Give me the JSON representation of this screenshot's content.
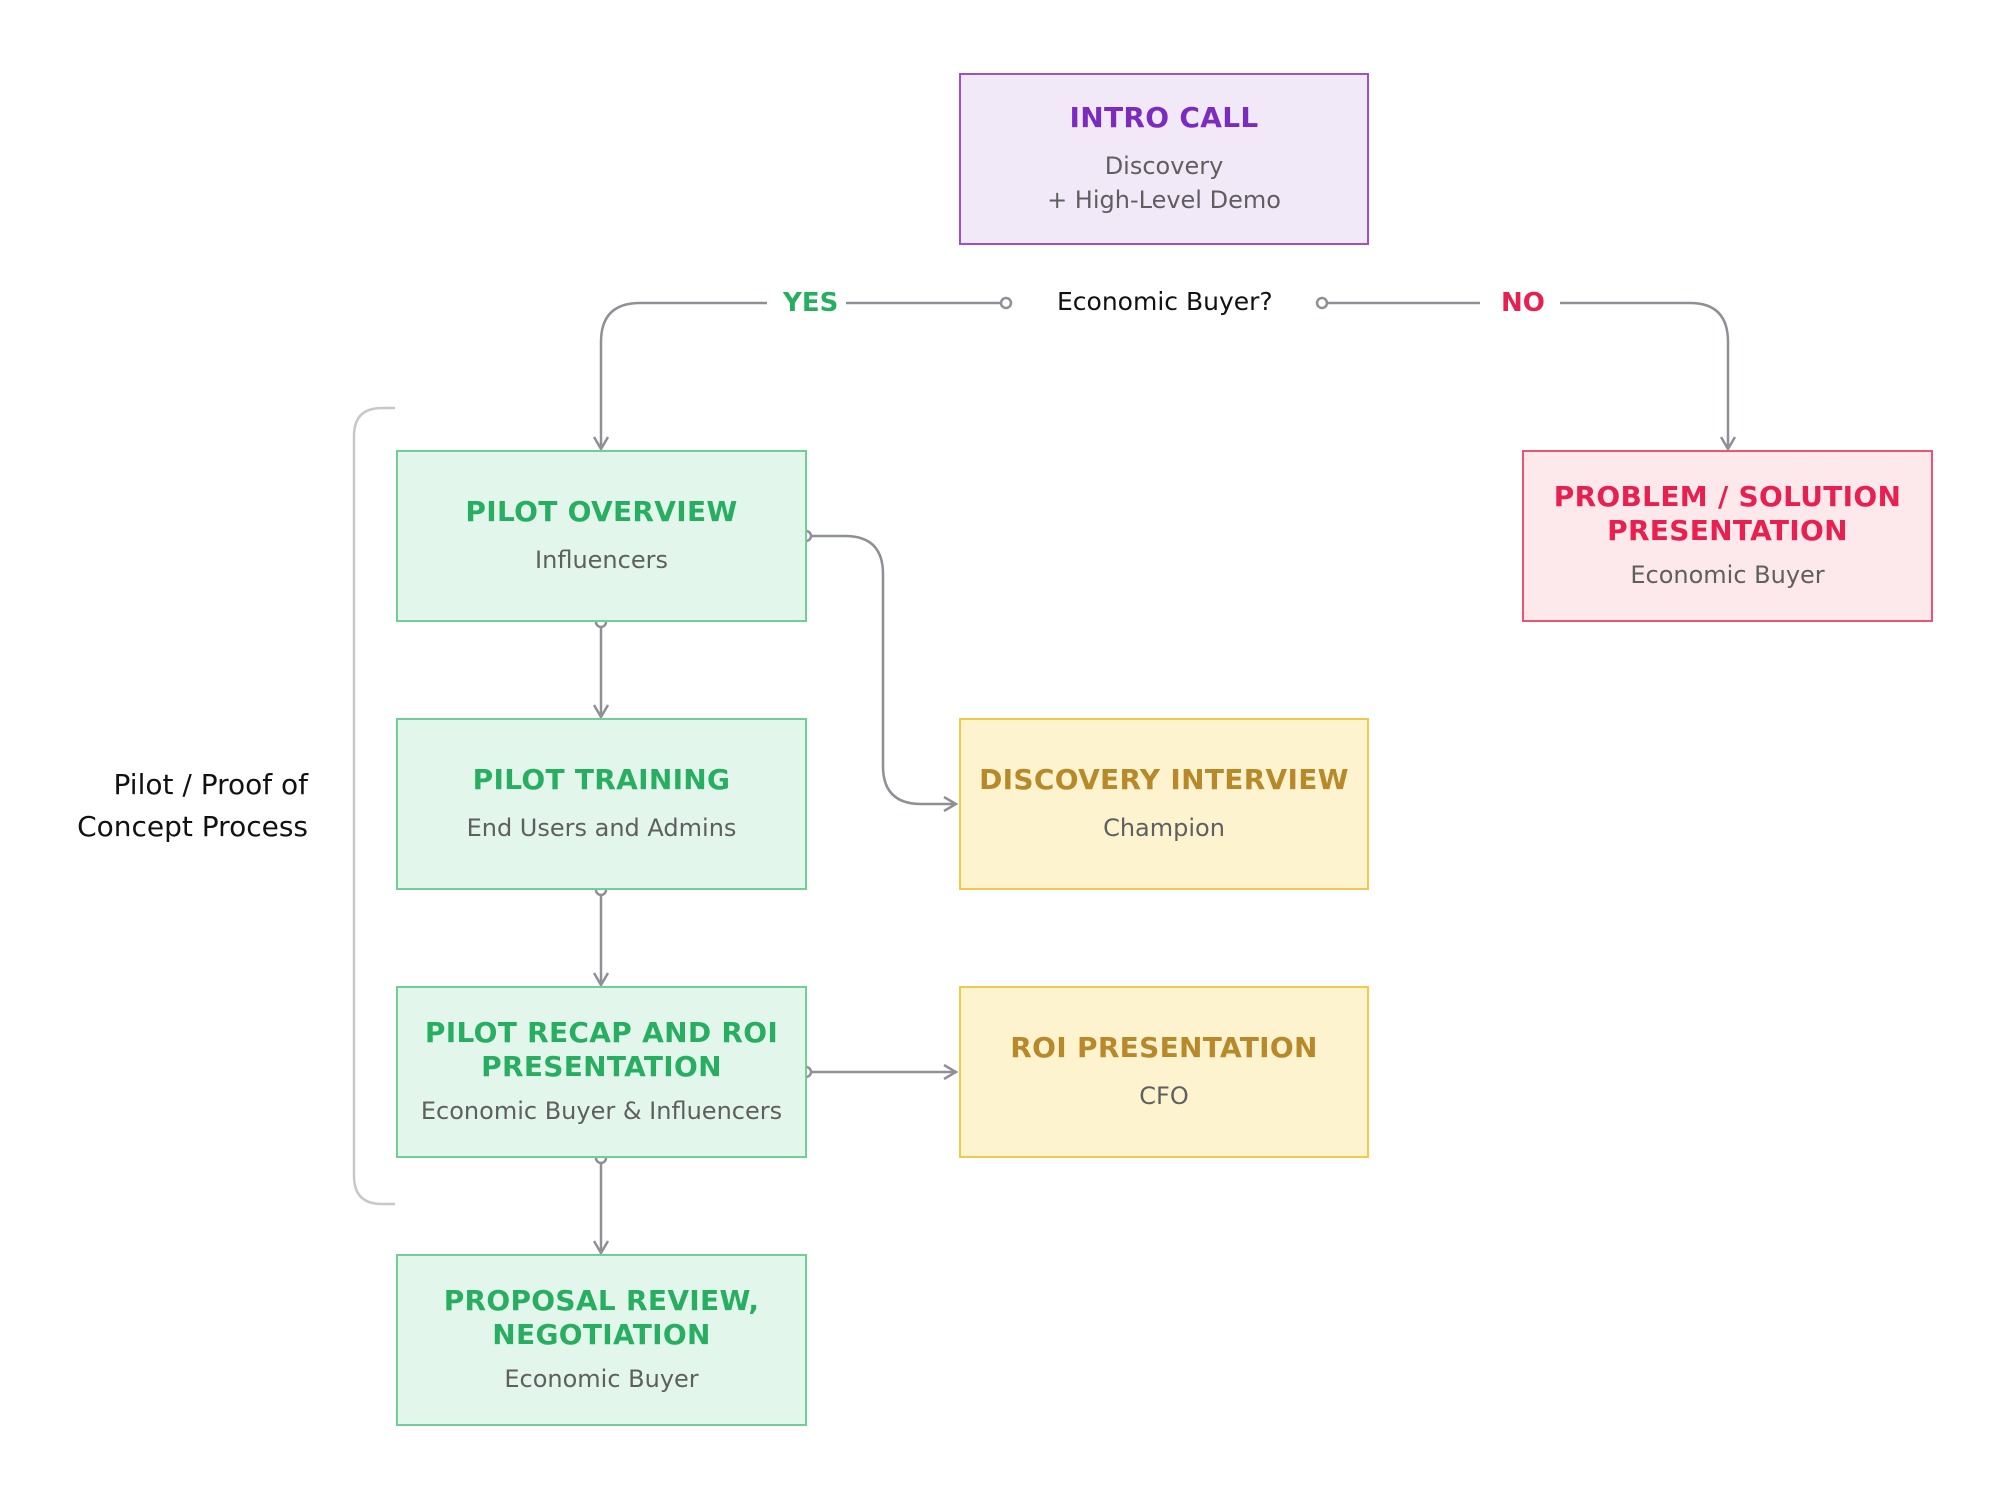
{
  "colors": {
    "purple_fill": "#f2e9f8",
    "purple_border": "#9b4fd1",
    "purple_text": "#7b2cbf",
    "green_fill": "#e2f6ec",
    "green_border": "#6fcf97",
    "green_text": "#27ae60",
    "yellow_fill": "#fdf4cf",
    "yellow_border": "#f2c94c",
    "yellow_text": "#b8892a",
    "red_fill": "#fde8ec",
    "red_border": "#eb5572",
    "red_text": "#e8204f",
    "connector": "#8e9096"
  },
  "nodes": {
    "intro_call": {
      "title": "INTRO CALL",
      "subtitle_line1": "Discovery",
      "subtitle_line2": "+ High-Level Demo"
    },
    "pilot_overview": {
      "title": "PILOT OVERVIEW",
      "subtitle": "Influencers"
    },
    "pilot_training": {
      "title": "PILOT TRAINING",
      "subtitle": "End Users and Admins"
    },
    "pilot_recap": {
      "title_line1": "PILOT RECAP AND ROI",
      "title_line2": "PRESENTATION",
      "subtitle": "Economic Buyer & Influencers"
    },
    "proposal_review": {
      "title_line1": "PROPOSAL REVIEW,",
      "title_line2": "NEGOTIATION",
      "subtitle": "Economic Buyer"
    },
    "discovery_interview": {
      "title": "DISCOVERY INTERVIEW",
      "subtitle": "Champion"
    },
    "roi_presentation": {
      "title": "ROI PRESENTATION",
      "subtitle": "CFO"
    },
    "problem_solution": {
      "title_line1": "PROBLEM / SOLUTION",
      "title_line2": "PRESENTATION",
      "subtitle": "Economic Buyer"
    }
  },
  "decision": {
    "question": "Economic Buyer?",
    "yes_label": "YES",
    "no_label": "NO"
  },
  "group": {
    "label_line1": "Pilot / Proof of",
    "label_line2": "Concept Process"
  }
}
